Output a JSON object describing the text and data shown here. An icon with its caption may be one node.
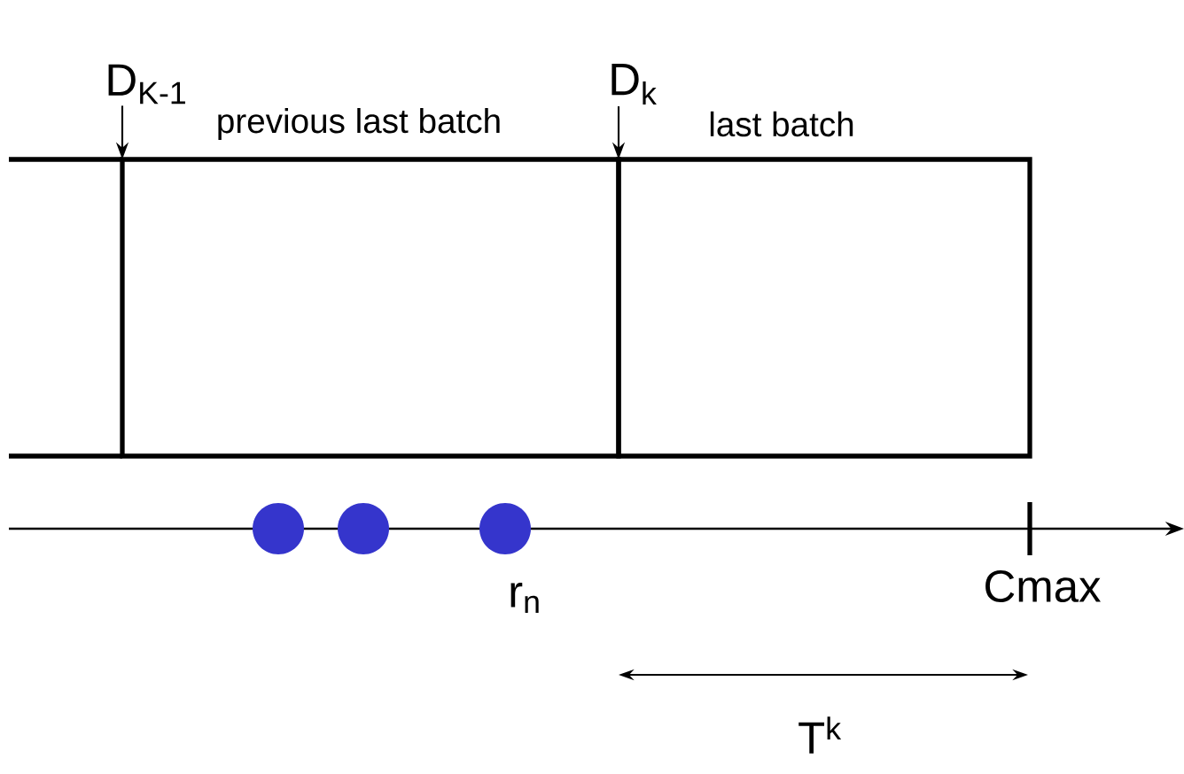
{
  "diagram": {
    "nodes": [
      {
        "text": [
          "previous last batch"
        ]
      },
      {
        "text": [
          "last batch"
        ]
      },
      {
        "text": [
          "D$_{K-1}$"
        ]
      },
      {
        "text": [
          "D$_{k}$"
        ]
      },
      {
        "text": [],
        "shape": "circle"
      },
      {
        "text": [],
        "shape": "circle"
      },
      {
        "text": [],
        "shape": "circle",
        "beside": [
          "r$_{n}$"
        ]
      }
    ],
    "edges": [
      {
        "from": 2,
        "to": 0,
        "arrow": "to"
      },
      {
        "from": 3,
        "to": 1,
        "arrow": "to"
      }
    ],
    "labels": [
      "Cmax",
      "T$^{k}$"
    ]
  }
}
